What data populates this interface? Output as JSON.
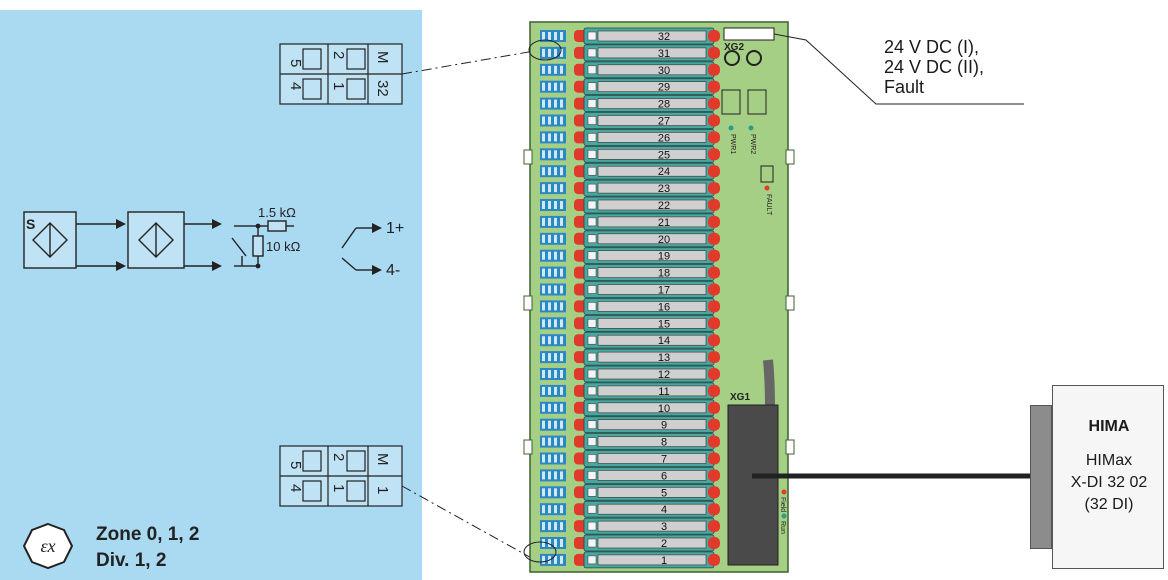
{
  "power_supply": {
    "line1": "24 V DC (I),",
    "line2": "24 V DC (II),",
    "line3": "Fault"
  },
  "zone": {
    "line1": "Zone 0, 1, 2",
    "line2": "Div. 1, 2"
  },
  "ex_symbol": "εx",
  "circuit": {
    "sensor_label": "S",
    "resistor_top": "1.5 kΩ",
    "resistor_parallel": "10 kΩ",
    "out_plus": "1+",
    "out_minus": "4-"
  },
  "terminal_top": {
    "row1": [
      "5",
      "2",
      "M"
    ],
    "row2": [
      "4",
      "1",
      "32"
    ]
  },
  "terminal_bottom": {
    "row1": [
      "5",
      "2",
      "M"
    ],
    "row2": [
      "4",
      "1",
      "1"
    ]
  },
  "board": {
    "connector_top": "XG2",
    "connector_main": "XG1",
    "led_pwr1": "PWR1",
    "led_pwr2": "PWR2",
    "led_fault": "FAULT",
    "led_field": "Field",
    "led_run": "Run",
    "channels": [
      "32",
      "31",
      "30",
      "29",
      "28",
      "27",
      "26",
      "25",
      "24",
      "23",
      "22",
      "21",
      "20",
      "19",
      "18",
      "17",
      "16",
      "15",
      "14",
      "13",
      "12",
      "11",
      "10",
      "9",
      "8",
      "7",
      "6",
      "5",
      "4",
      "3",
      "2",
      "1"
    ]
  },
  "hima": {
    "brand": "HIMA",
    "model_line1": "HIMax",
    "model_line2": "X-DI 32 02",
    "model_line3": "(32 DI)"
  },
  "colors": {
    "panel": "#a9daf2",
    "board": "#a6cf86",
    "board_edge": "#3f5f30",
    "channel_bar": "#cfcfcf",
    "terminal_teal": "#4aa6a0",
    "terminal_red": "#e23a2a",
    "terminal_blue": "#1e7fc8"
  }
}
